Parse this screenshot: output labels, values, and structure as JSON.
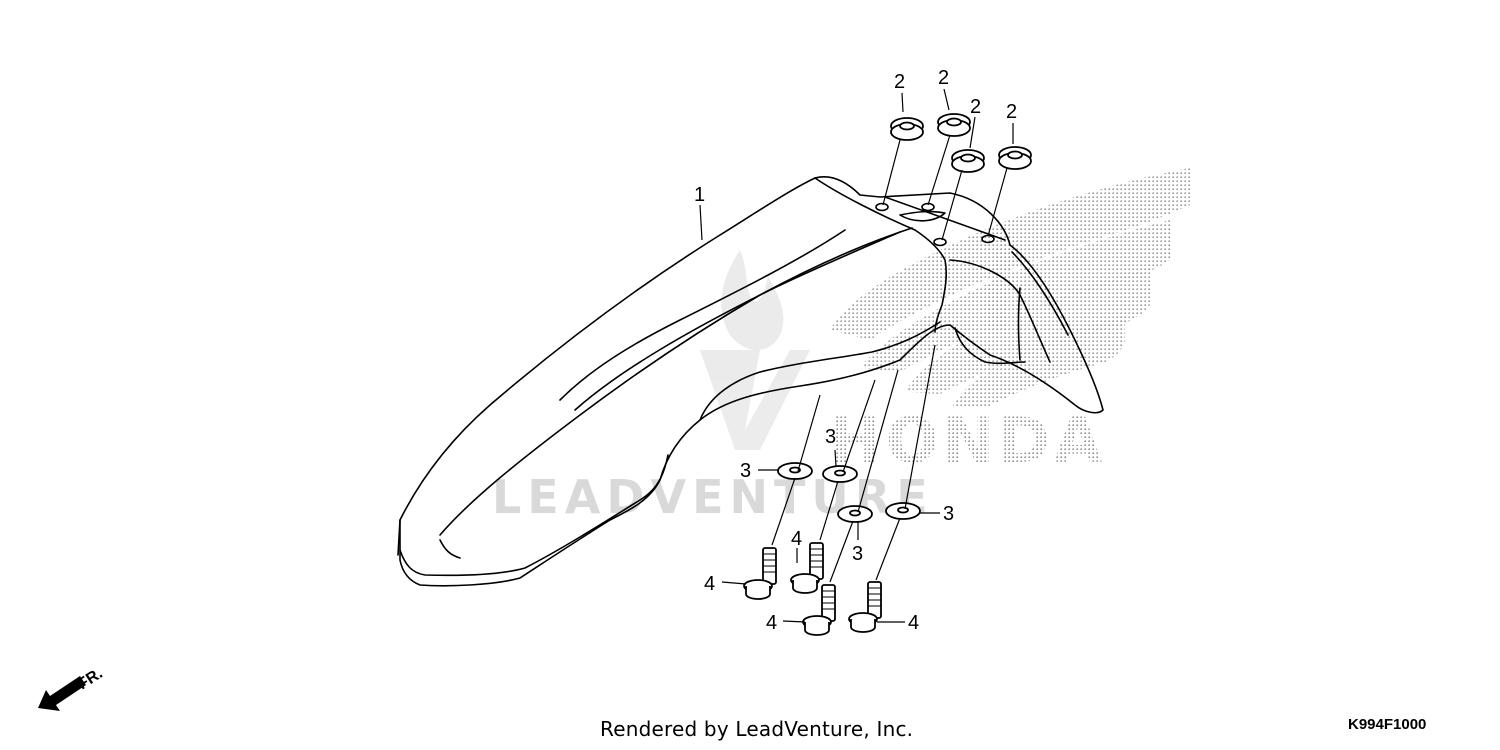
{
  "diagram": {
    "code": "K994F1000",
    "footer": "Rendered by LeadVenture, Inc.",
    "front_indicator": "FR.",
    "watermarks": {
      "brand": "HONDA",
      "dealer": "LEADVENTURE"
    },
    "callouts": {
      "fender": "1",
      "grommet": "2",
      "washer": "3",
      "bolt": "4"
    },
    "icons": {
      "front_arrow": "arrow-down-left-icon",
      "brand_logo": "wing-logo-icon"
    }
  }
}
